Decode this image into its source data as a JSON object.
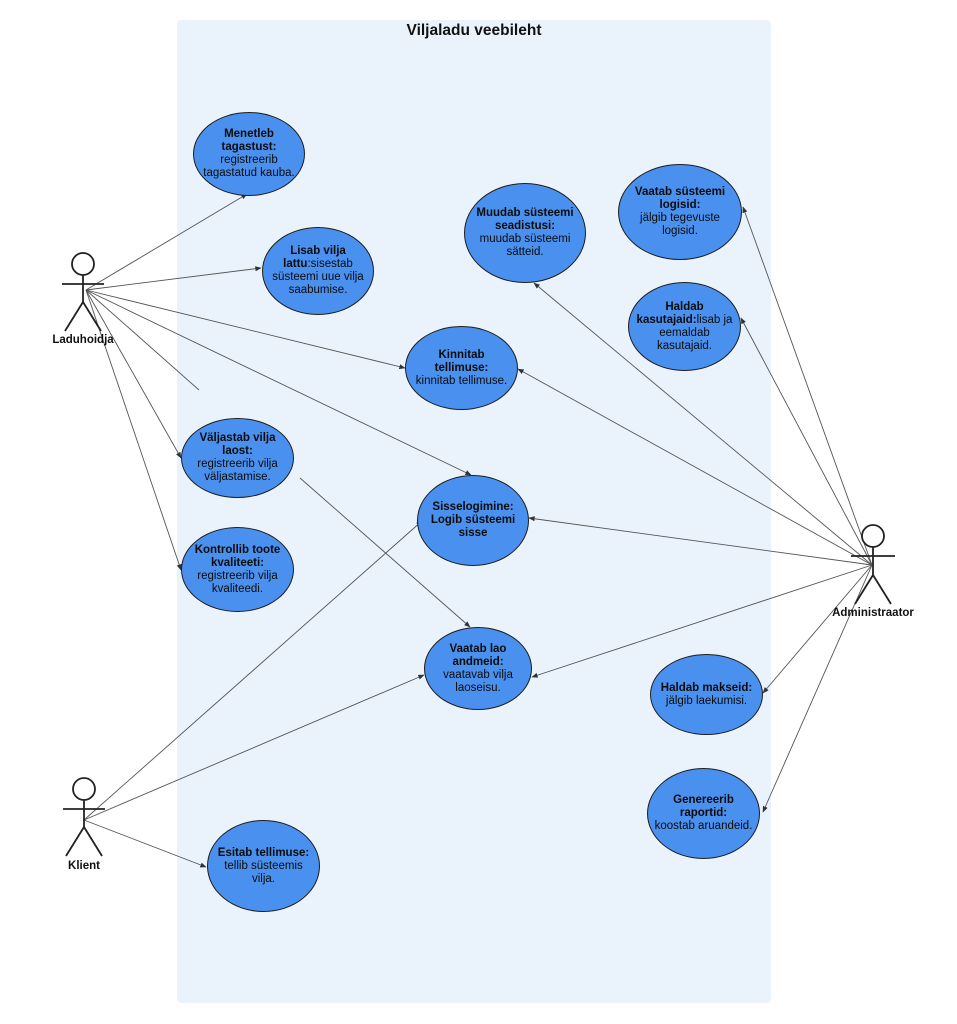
{
  "title": "Viljaladu veebileht",
  "actors": {
    "laduhoidja": "Laduhoidja",
    "klient": "Klient",
    "administraator": "Administraator"
  },
  "usecases": {
    "menetleb": {
      "title": "Menetleb tagastust:",
      "desc": "registreerib tagastatud kauba."
    },
    "lisab": {
      "title": "Lisab vilja lattu",
      "desc": ":sisestab süsteemi uue vilja saabumise."
    },
    "kinnitab": {
      "title": "Kinnitab tellimuse:",
      "desc": "kinnitab tellimuse."
    },
    "valjastab": {
      "title": "Väljastab vilja laost:",
      "desc": "registreerib vilja väljastamise."
    },
    "kontrollib": {
      "title": "Kontrollib toote kvaliteeti:",
      "desc": "registreerib vilja kvaliteedi."
    },
    "sisselogimine": {
      "title": "Sisselogimine: Logib süsteemi sisse",
      "desc": ""
    },
    "vaatab_lao": {
      "title": "Vaatab lao andmeid:",
      "desc": "vaatavab vilja laoseisu."
    },
    "esitab": {
      "title": "Esitab tellimuse:",
      "desc": "tellib süsteemis vilja."
    },
    "muudab": {
      "title": "Muudab süsteemi seadistusi:",
      "desc": "muudab süsteemi sätteid."
    },
    "vaatab_logisid": {
      "title": "Vaatab süsteemi logisid:",
      "desc": "jälgib tegevuste logisid."
    },
    "haldab_kasutajaid": {
      "title": "Haldab kasutajaid:",
      "desc": "lisab ja eemaldab kasutajaid."
    },
    "haldab_makseid": {
      "title": "Haldab makseid:",
      "desc": "jälgib laekumisi."
    },
    "genereerib": {
      "title": "Genereerib raportid:",
      "desc": "koostab aruandeid."
    }
  },
  "colors": {
    "usecase_fill": "#4a90ee",
    "boundary_fill": "#eaf3fc",
    "line": "#444444"
  }
}
